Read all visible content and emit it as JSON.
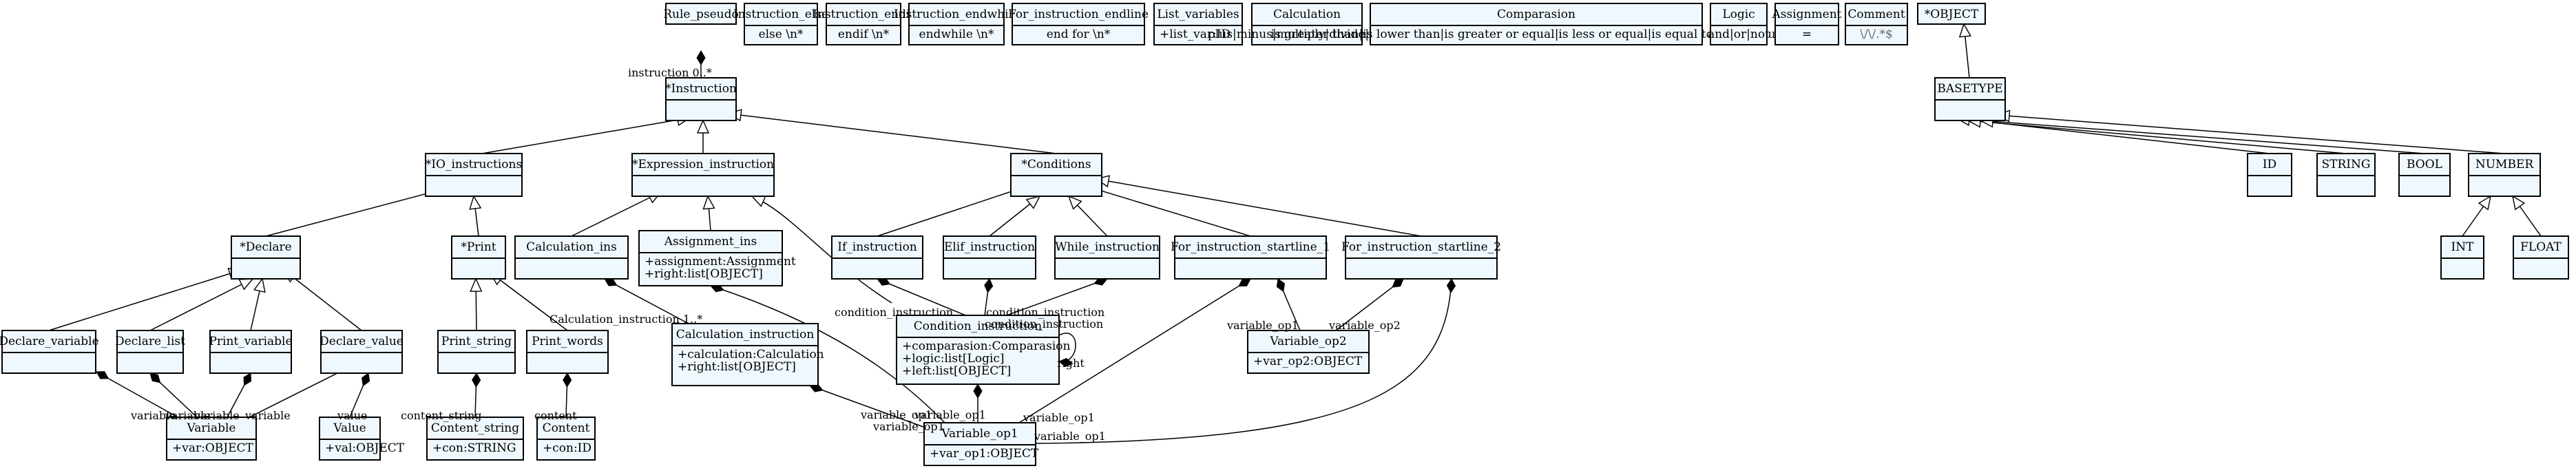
{
  "classes": [
    {
      "id": "Rule_pseudo",
      "name": "Rule_pseudo",
      "attrs": []
    },
    {
      "id": "Instruction_else",
      "name": "Instruction_else",
      "attrs": [
        "else \\n*"
      ]
    },
    {
      "id": "Instruction_endif",
      "name": "Instruction_endif",
      "attrs": [
        "endif \\n*"
      ]
    },
    {
      "id": "Instruction_endwhile",
      "name": "Instruction_endwhile",
      "attrs": [
        "endwhile \\n*"
      ]
    },
    {
      "id": "For_instruction_endline",
      "name": "For_instruction_endline",
      "attrs": [
        "end for \\n*"
      ]
    },
    {
      "id": "List_variables",
      "name": "List_variables",
      "attrs": [
        "+list_var:ID"
      ]
    },
    {
      "id": "Calculation",
      "name": "Calculation",
      "attrs": [
        "plus|minus|multiply|divide|power"
      ]
    },
    {
      "id": "Comparasion",
      "name": "Comparasion",
      "attrs": [
        "is greater than|is lower than|is greater or equal|is less or equal|is equal to|is not equal to"
      ]
    },
    {
      "id": "Logic",
      "name": "Logic",
      "attrs": [
        "and|or|not"
      ]
    },
    {
      "id": "Assignment",
      "name": "Assignment",
      "attrs": [
        "="
      ]
    },
    {
      "id": "Comment",
      "name": "Comment",
      "attrs": [
        "\\/\\/.*$"
      ]
    },
    {
      "id": "OBJECT",
      "name": "*OBJECT",
      "attrs": []
    },
    {
      "id": "Instruction",
      "name": "*Instruction",
      "attrs": []
    },
    {
      "id": "BASETYPE",
      "name": "BASETYPE",
      "attrs": []
    },
    {
      "id": "IO_instructions",
      "name": "*IO_instructions",
      "attrs": []
    },
    {
      "id": "Expression_instruction",
      "name": "*Expression_instruction",
      "attrs": []
    },
    {
      "id": "Conditions",
      "name": "*Conditions",
      "attrs": []
    },
    {
      "id": "ID",
      "name": "ID",
      "attrs": []
    },
    {
      "id": "STRING",
      "name": "STRING",
      "attrs": []
    },
    {
      "id": "BOOL",
      "name": "BOOL",
      "attrs": []
    },
    {
      "id": "NUMBER",
      "name": "NUMBER",
      "attrs": []
    },
    {
      "id": "Declare",
      "name": "*Declare",
      "attrs": []
    },
    {
      "id": "Print",
      "name": "*Print",
      "attrs": []
    },
    {
      "id": "Calculation_ins",
      "name": "Calculation_ins",
      "attrs": []
    },
    {
      "id": "Assignment_ins",
      "name": "Assignment_ins",
      "attrs": [
        "+assignment:Assignment",
        "+right:list[OBJECT]"
      ]
    },
    {
      "id": "If_instruction",
      "name": "If_instruction",
      "attrs": []
    },
    {
      "id": "Elif_instruction",
      "name": "Elif_instruction",
      "attrs": []
    },
    {
      "id": "While_instruction",
      "name": "While_instruction",
      "attrs": []
    },
    {
      "id": "For_instruction_startline_1",
      "name": "For_instruction_startline_1",
      "attrs": []
    },
    {
      "id": "For_instruction_startline_2",
      "name": "For_instruction_startline_2",
      "attrs": []
    },
    {
      "id": "INT",
      "name": "INT",
      "attrs": []
    },
    {
      "id": "FLOAT",
      "name": "FLOAT",
      "attrs": []
    },
    {
      "id": "Declare_variable",
      "name": "Declare_variable",
      "attrs": []
    },
    {
      "id": "Declare_list",
      "name": "Declare_list",
      "attrs": []
    },
    {
      "id": "Print_variable",
      "name": "Print_variable",
      "attrs": []
    },
    {
      "id": "Declare_value",
      "name": "Declare_value",
      "attrs": []
    },
    {
      "id": "Print_string",
      "name": "Print_string",
      "attrs": []
    },
    {
      "id": "Print_words",
      "name": "Print_words",
      "attrs": []
    },
    {
      "id": "Calculation_instruction",
      "name": "Calculation_instruction",
      "attrs": [
        "+calculation:Calculation",
        "+right:list[OBJECT]"
      ]
    },
    {
      "id": "Condition_instruction",
      "name": "Condition_instruction",
      "attrs": [
        "+comparasion:Comparasion",
        "+logic:list[Logic]",
        "+left:list[OBJECT]"
      ]
    },
    {
      "id": "Variable_op2",
      "name": "Variable_op2",
      "attrs": [
        "+var_op2:OBJECT"
      ]
    },
    {
      "id": "Variable",
      "name": "Variable",
      "attrs": [
        "+var:OBJECT"
      ]
    },
    {
      "id": "Value",
      "name": "Value",
      "attrs": [
        "+val:OBJECT"
      ]
    },
    {
      "id": "Content_string",
      "name": "Content_string",
      "attrs": [
        "+con:STRING"
      ]
    },
    {
      "id": "Content",
      "name": "Content",
      "attrs": [
        "+con:ID"
      ]
    },
    {
      "id": "Variable_op1",
      "name": "Variable_op1",
      "attrs": [
        "+var_op1:OBJECT"
      ]
    }
  ],
  "edge_labels": {
    "instruction": "instruction 0..*",
    "calc_instruction": "Calculation_instruction 1..*",
    "condition_instruction": "condition_instruction",
    "right": "right",
    "variable_op1": "variable_op1",
    "variable_op2": "variable_op2",
    "variable": "variable",
    "value": "value",
    "content_string": "content_string",
    "content": "content"
  },
  "colors": {
    "class_fill": "#f0f8ff",
    "stroke": "#000000",
    "dim_text": "#666666"
  }
}
